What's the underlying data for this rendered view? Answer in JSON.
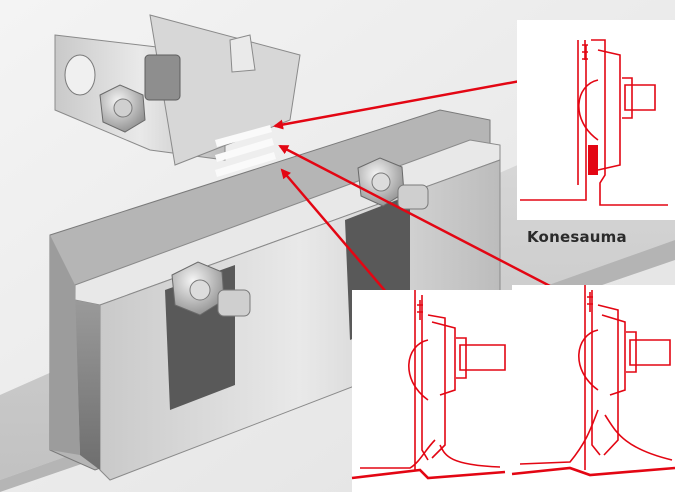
{
  "diagram": {
    "caption": "Konesauma",
    "accent_color": "#e30613",
    "detail_views": [
      "detail-top-konesauma",
      "detail-bottom-left",
      "detail-bottom-right"
    ]
  }
}
